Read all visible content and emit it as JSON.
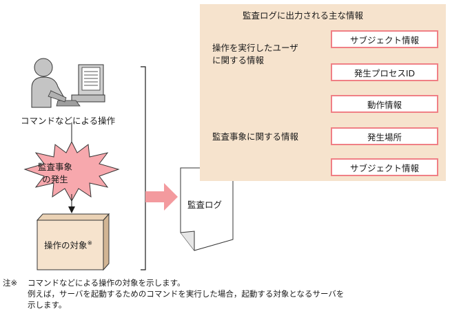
{
  "panel": {
    "title": "監査ログに出力される主な情報",
    "user_group": {
      "label_line1": "操作を実行したユーザ",
      "label_line2": "に関する情報",
      "items": [
        "サブジェクト情報",
        "発生プロセスID"
      ]
    },
    "event_group": {
      "label": "監査事象に関する情報",
      "items": [
        "動作情報",
        "発生場所",
        "サブジェクト情報"
      ]
    }
  },
  "left": {
    "user_caption": "コマンドなどによる操作",
    "event_line1": "監査事象",
    "event_line2": "の発生",
    "target_label": "操作の対象",
    "target_mark": "※"
  },
  "document": {
    "label": "監査ログ"
  },
  "footnote": {
    "mark": "注※",
    "line1": "コマンドなどによる操作の対象を示します。",
    "line2": "例えば，サーバを起動するためのコマンドを実行した場合，起動する対象となるサーバを",
    "line3": "示します。"
  },
  "colors": {
    "panel_bg": "#f6e3cd",
    "box_border": "#f07f85",
    "star_fill": "#f7a8ad",
    "arrow": "#f39a9e",
    "cube_front": "#f6e3cd"
  }
}
